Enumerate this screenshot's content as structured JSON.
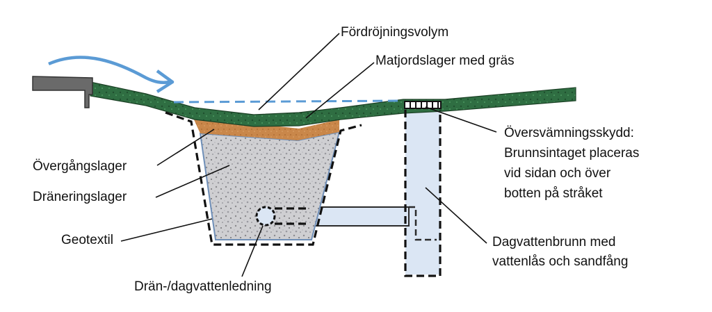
{
  "labels": {
    "retention_volume": "Fördröjningsvolym",
    "topsoil": "Matjordslager med gräs",
    "overflow_title": "Översvämningsskydd:",
    "overflow_line1": "Brunnsintaget placeras",
    "overflow_line2": "vid sidan och över",
    "overflow_line3": "botten på stråket",
    "transition": "Övergångslager",
    "drainage": "Dräneringslager",
    "geotextile": "Geotextil",
    "drain_pipe": "Drän-/dagvattenledning",
    "well_line1": "Dagvattenbrunn med",
    "well_line2": "vattenlås och sandfång"
  },
  "colors": {
    "grass": "#2f6e42",
    "topsoil": "#c9874a",
    "gravel": "#c8c8ca",
    "water": "#dbe6f4",
    "arrow": "#5b9bd5",
    "pipe_outline": "#2a2a2a",
    "curb": "#6a6a6a"
  },
  "icons": {
    "flow": "flow-arrow-icon",
    "grate": "grate-icon"
  }
}
